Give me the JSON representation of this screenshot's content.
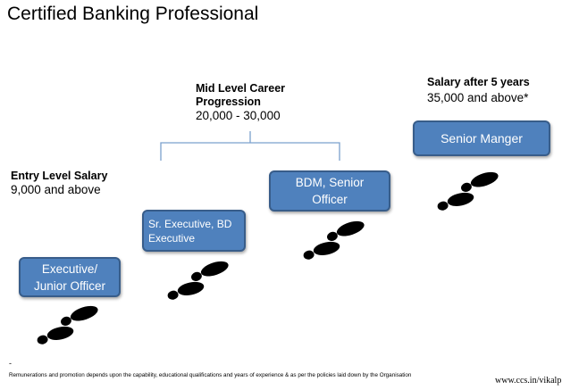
{
  "title": "Certified Banking Professional",
  "entry": {
    "label": "Entry Level Salary",
    "value": "9,000 and above"
  },
  "mid": {
    "label_line1": "Mid Level Career",
    "label_line2": "Progression",
    "value": "20,000 - 30,000"
  },
  "senior_salary": {
    "label": "Salary after 5 years",
    "value": "35,000 and above*"
  },
  "boxes": {
    "executive_line1": "Executive/",
    "executive_line2": "Junior Officer",
    "sr_exec_line1": "Sr. Executive, BD",
    "sr_exec_line2": "Executive",
    "bdm_line1": "BDM, Senior",
    "bdm_line2": "Officer",
    "senior_manager": "Senior Manger"
  },
  "footnote_dash": "-",
  "footnote": "Remunerations and promotion depends upon the capability, educational qualifications and years of experience & as per the policies laid down by the Organisation",
  "url": "www.ccs.in/vikalp",
  "colors": {
    "box_fill": "#4f81bd",
    "box_border": "#385d8a",
    "brace": "#7ba0cd",
    "footprint": "#000000"
  },
  "icons": [
    "footprints-icon",
    "footprints-icon",
    "footprints-icon",
    "footprints-icon"
  ]
}
